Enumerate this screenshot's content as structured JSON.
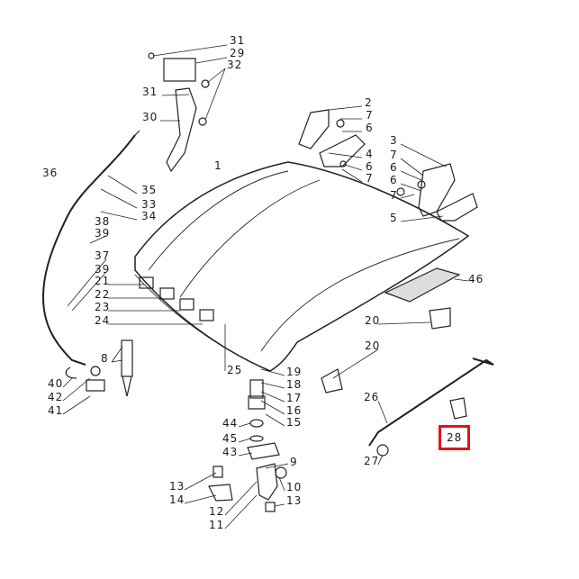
{
  "diagram": {
    "highlight_color": "#e0141e",
    "highlighted_callout": "28",
    "callouts": [
      "31",
      "29",
      "32",
      "31",
      "30",
      "1",
      "2",
      "7",
      "6",
      "4",
      "6",
      "7",
      "3",
      "7",
      "6",
      "6",
      "7",
      "5",
      "36",
      "35",
      "33",
      "34",
      "38",
      "39",
      "37",
      "39",
      "21",
      "22",
      "23",
      "24",
      "25",
      "46",
      "20",
      "20",
      "8",
      "40",
      "42",
      "41",
      "19",
      "18",
      "17",
      "16",
      "15",
      "44",
      "45",
      "43",
      "9",
      "10",
      "13",
      "13",
      "14",
      "12",
      "11",
      "26",
      "27",
      "28"
    ]
  }
}
